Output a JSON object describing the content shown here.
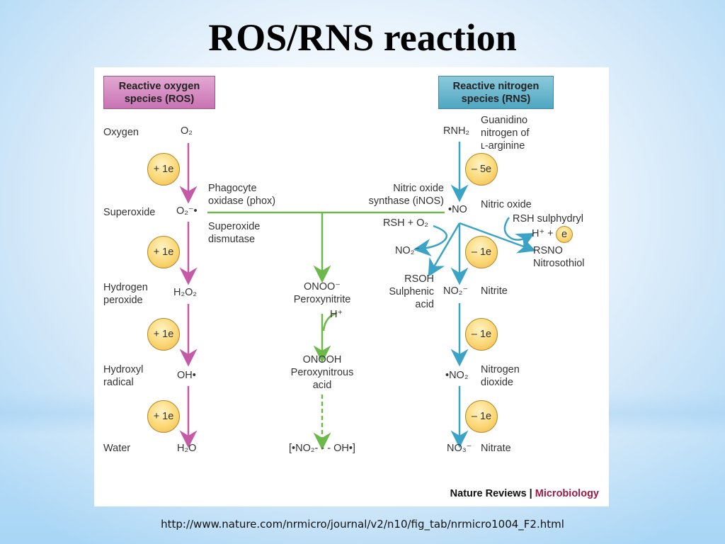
{
  "slide": {
    "title": "ROS/RNS reaction",
    "footer_url": "http://www.nature.com/nrmicro/journal/v2/n10/fig_tab/nrmicro1004_F2.html"
  },
  "colors": {
    "ros_arrow": "#c45aa6",
    "rns_arrow": "#3aa3c6",
    "green_arrow": "#6cb84a",
    "ros_header": "#d68ac3",
    "rns_header": "#6bb8cf",
    "electron_badge": "#f8cf6a",
    "brand_magenta": "#9b1b48"
  },
  "ros": {
    "header_line1": "Reactive oxygen",
    "header_line2": "species (ROS)",
    "rows": [
      {
        "name": "Oxygen",
        "formula": "O₂"
      },
      {
        "name": "Superoxide",
        "formula": "O₂⁻•"
      },
      {
        "name_line1": "Hydrogen",
        "name_line2": "peroxide",
        "formula": "H₂O₂"
      },
      {
        "name_line1": "Hydroxyl",
        "name_line2": "radical",
        "formula": "OH•"
      },
      {
        "name": "Water",
        "formula": "H₂O"
      }
    ],
    "steps": [
      "+ 1e",
      "+ 1e",
      "+ 1e",
      "+ 1e"
    ]
  },
  "rns": {
    "header_line1": "Reactive nitrogen",
    "header_line2": "species (RNS)",
    "rnh2": "RNH₂",
    "guanidino_line1": "Guanidino",
    "guanidino_line2": "nitrogen of",
    "guanidino_line3": "ʟ-arginine",
    "step_first": "– 5e",
    "no": "•NO",
    "no_name": "Nitric oxide",
    "rsh_sulphydryl": "RSH sulphydryl",
    "h_plus_e": "H⁺ +",
    "e": "e",
    "rsno": "RSNO",
    "rsno_name": "Nitrosothiol",
    "rsh_o2": "RSH + O₂",
    "no2_minus_side": "NO₂⁻",
    "rsoh": "RSOH",
    "rsoh_name_line1": "Sulphenic",
    "rsoh_name_line2": "acid",
    "no2_minus": "NO₂⁻",
    "nitrite": "Nitrite",
    "no2_radical": "•NO₂",
    "no2_name_line1": "Nitrogen",
    "no2_name_line2": "dioxide",
    "no3": "NO₃⁻",
    "nitrate": "Nitrate",
    "steps": [
      "– 1e",
      "– 1e",
      "– 1e"
    ]
  },
  "center": {
    "phox_line1": "Phagocyte",
    "phox_line2": "oxidase (phox)",
    "sod_line1": "Superoxide",
    "sod_line2": "dismutase",
    "inos_line1": "Nitric oxide",
    "inos_line2": "synthase (iNOS)",
    "onoo": "ONOO⁻",
    "onoo_name": "Peroxynitrite",
    "h_plus": "H⁺",
    "onooh": "ONOOH",
    "onooh_name_line1": "Peroxynitrous",
    "onooh_name_line2": "acid",
    "products": "[•NO₂- - - OH•]"
  },
  "credit": {
    "journal": "Nature Reviews |",
    "section": "Microbiology"
  }
}
